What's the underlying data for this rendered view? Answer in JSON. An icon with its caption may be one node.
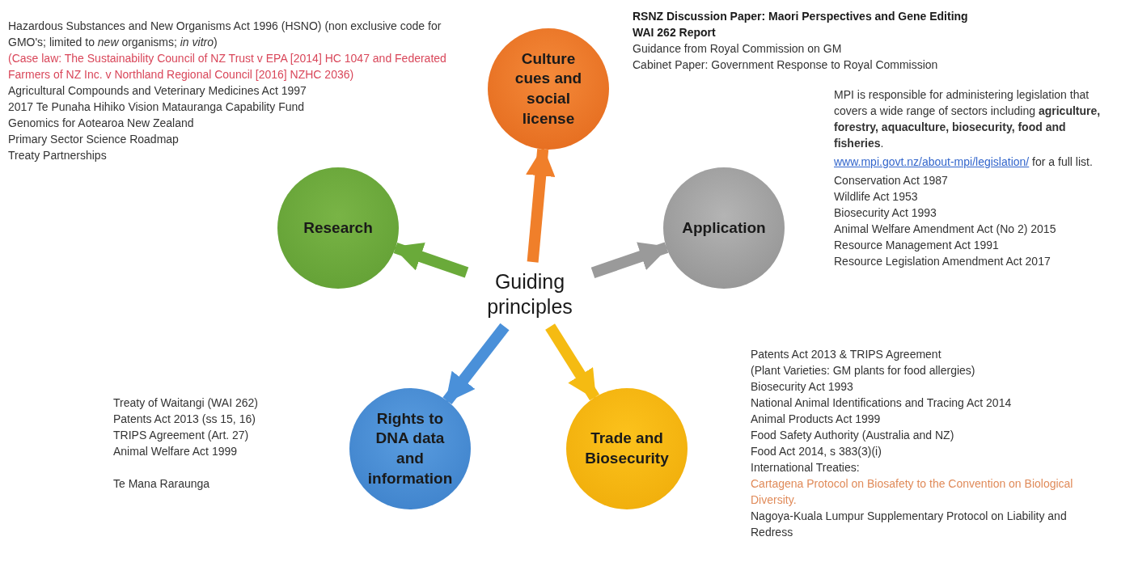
{
  "diagram": {
    "nodes": [
      {
        "text": [
          "Guiding principles"
        ]
      },
      {
        "text": [
          "Culture cues and social license"
        ],
        "beside": [
          "RSNZ Discussion Paper: Maori Perspectives and Gene Editing",
          "WAI 262 Report",
          "Guidance from Royal Commission on GM",
          "Cabinet Paper: Government Response  to Royal Commission"
        ]
      },
      {
        "text": [
          "Application"
        ],
        "beside": [
          "MPI is responsible for administering legislation that covers a wide range of sectors including **agriculture, forestry, aquaculture, biosecurity, food and fisheries**.",
          "www.mpi.govt.nz/about-mpi/legislation/ for a full list.",
          "Conservation Act 1987",
          "Wildlife Act 1953",
          "Biosecurity Act 1993",
          "Animal Welfare Amendment Act (No 2) 2015",
          "Resource Management Act 1991",
          "Resource Legislation Amendment Act 2017"
        ]
      },
      {
        "text": [
          "Trade and Biosecurity"
        ],
        "beside": [
          "Patents Act 2013 & TRIPS Agreement",
          "(Plant Varieties: GM plants for food allergies)",
          "Biosecurity Act 1993",
          "National Animal Identifications and Tracing Act 2014",
          "Animal Products Act 1999",
          "Food Safety Authority (Australia and NZ)",
          "Food Act 2014, s 383(3)(i)",
          "International Treaties:",
          "Cartagena Protocol on Biosafety to the Convention on Biological Diversity.",
          "Nagoya-Kuala Lumpur Supplementary Protocol on Liability and Redress"
        ]
      },
      {
        "text": [
          "Rights to DNA data and information"
        ],
        "beside": [
          "Treaty of Waitangi (WAI 262)",
          "Patents Act 2013 (ss 15, 16)",
          "TRIPS Agreement (Art. 27)",
          "Animal Welfare Act 1999",
          "Te Mana Raraunga"
        ]
      },
      {
        "text": [
          "Research"
        ],
        "beside": [
          "Hazardous Substances and New Organisms Act 1996 (HSNO) (non exclusive code for GMO's; limited to *new* organisms; *in vitro*)",
          "(Case law: The Sustainability Council of NZ Trust v EPA [2014] HC 1047 and Federated Farmers of NZ Inc. v Northland Regional Council [2016] NZHC 2036)",
          "Agricultural Compounds and Veterinary Medicines Act 1997",
          "2017 Te Punaha Hihiko Vision Matauranga Capability Fund",
          "Genomics for Aotearoa New Zealand",
          "Primary Sector Science Roadmap",
          "Treaty Partnerships"
        ]
      }
    ],
    "edges": [
      {
        "from": 0,
        "to": 1,
        "arrow": "to",
        "color": "#f07f2a"
      },
      {
        "from": 0,
        "to": 2,
        "arrow": "to",
        "color": "#9a9a9a"
      },
      {
        "from": 0,
        "to": 3,
        "arrow": "to",
        "color": "#f5bb12"
      },
      {
        "from": 0,
        "to": 4,
        "arrow": "to",
        "color": "#4a90d9"
      },
      {
        "from": 0,
        "to": 5,
        "arrow": "to",
        "color": "#6aaa3a"
      }
    ]
  }
}
